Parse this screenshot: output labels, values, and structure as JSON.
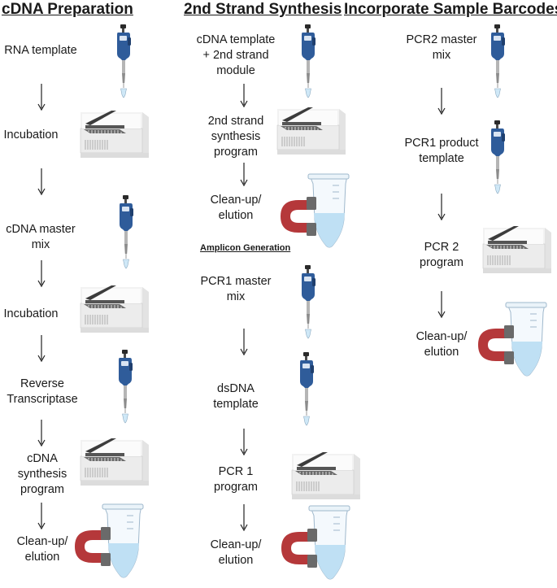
{
  "columns": [
    {
      "title": "cDNA Preparation",
      "steps": [
        "RNA template",
        "Incubation",
        "cDNA master\nmix",
        "Incubation",
        "Reverse\nTranscriptase",
        "cDNA\nsynthesis\nprogram",
        "Clean-up/\nelution"
      ]
    },
    {
      "title": "2nd Strand Synthesis",
      "steps": [
        "cDNA template\n+ 2nd strand\nmodule",
        "2nd strand\nsynthesis\nprogram",
        "Clean-up/\nelution"
      ],
      "subsection": {
        "title": "Amplicon Generation",
        "steps": [
          "PCR1 master\nmix",
          "dsDNA\ntemplate",
          "PCR 1\nprogram",
          "Clean-up/\nelution"
        ]
      }
    },
    {
      "title": "Incorporate Sample Barcodes",
      "steps": [
        "PCR2 master\nmix",
        "PCR1 product\ntemplate",
        "PCR 2\nprogram",
        "Clean-up/\nelution"
      ]
    }
  ],
  "icons": {
    "pipette": "pipette-icon",
    "thermocycler": "thermocycler-icon",
    "magnet_tube": "magnet-tube-icon"
  },
  "colors": {
    "pipette_blue": "#2f5c9a",
    "magnet_red": "#b5383a",
    "liquid_blue": "#bfe0f4",
    "machine_gray": "#e6e6e6"
  }
}
